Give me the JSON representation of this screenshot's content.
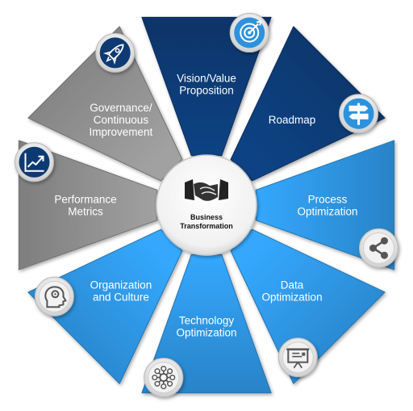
{
  "center": {
    "line1": "Business",
    "line2": "Transformation",
    "icon": "handshake-icon"
  },
  "segments": [
    {
      "name": "vision-value-proposition",
      "lines": [
        "Vision/Value",
        "Proposition"
      ],
      "color": "#0e3a73",
      "icon": "target-icon"
    },
    {
      "name": "roadmap",
      "lines": [
        "Roadmap"
      ],
      "color": "#0e3a73",
      "icon": "signpost-icon"
    },
    {
      "name": "process-optimization",
      "lines": [
        "Process",
        "Optimization"
      ],
      "color": "#2d92dd",
      "icon": "share-nodes-icon"
    },
    {
      "name": "data-optimization",
      "lines": [
        "Data",
        "Optimization"
      ],
      "color": "#2d92dd",
      "icon": "presentation-board-icon"
    },
    {
      "name": "technology-optimization",
      "lines": [
        "Technology",
        "Optimization"
      ],
      "color": "#2d92dd",
      "icon": "network-hub-icon"
    },
    {
      "name": "organization-and-culture",
      "lines": [
        "Organization",
        "and Culture"
      ],
      "color": "#2d92dd",
      "icon": "head-gear-icon"
    },
    {
      "name": "performance-metrics",
      "lines": [
        "Performance",
        "Metrics"
      ],
      "color": "#8c8c8c",
      "icon": "line-chart-icon"
    },
    {
      "name": "governance-continuous-improvement",
      "lines": [
        "Governance/",
        "Continuous",
        "Improvement"
      ],
      "color": "#8c8c8c",
      "icon": "rocket-icon"
    }
  ]
}
